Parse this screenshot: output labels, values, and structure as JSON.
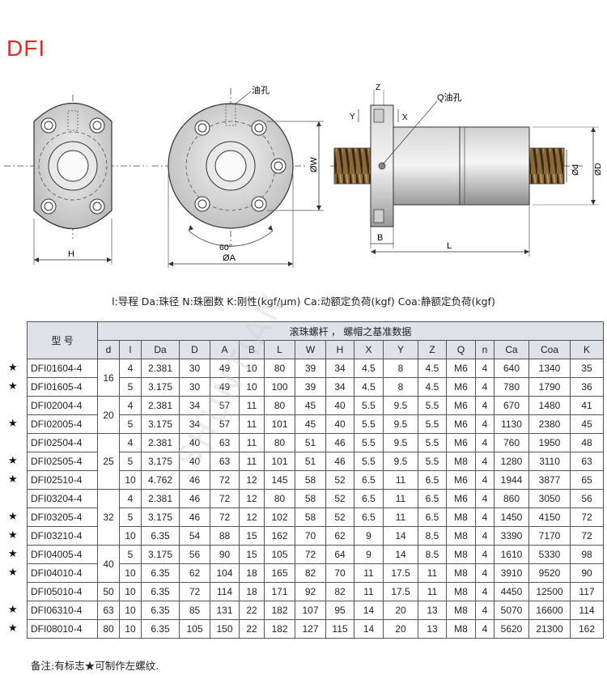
{
  "title": "DFI",
  "drawing_labels": {
    "oil_hole": "油孔",
    "q_oil_hole": "Q油孔",
    "H": "H",
    "A": "ØA",
    "W": "ØW",
    "angle": "60°",
    "Z": "Z",
    "Y": "Y",
    "X": "X",
    "B": "B",
    "L": "L",
    "d": "Ød",
    "D": "ØD"
  },
  "legend": "l:导程  Da:珠径  N:珠圈数  K:刚性(kgf/μm)  Ca:动额定负荷(kgf)  Coa:静额定负荷(kgf)",
  "table": {
    "model_header": "型  号",
    "group_header": "滚珠螺杆 ， 螺帽之基准数据",
    "columns": [
      "d",
      "l",
      "Da",
      "D",
      "A",
      "B",
      "L",
      "W",
      "H",
      "X",
      "Y",
      "Z",
      "Q",
      "n",
      "Ca",
      "Coa",
      "K"
    ],
    "rows": [
      {
        "star": true,
        "model": "DFI01604-4",
        "l": "4",
        "Da": "2.381",
        "D": "30",
        "A": "49",
        "B": "10",
        "L": "80",
        "W": "39",
        "H": "34",
        "X": "4.5",
        "Y": "8",
        "Z": "4.5",
        "Q": "M6",
        "n": "4",
        "Ca": "640",
        "Coa": "1340",
        "K": "35"
      },
      {
        "star": true,
        "model": "DFI01605-4",
        "l": "5",
        "Da": "3.175",
        "D": "30",
        "A": "49",
        "B": "10",
        "L": "100",
        "W": "39",
        "H": "34",
        "X": "4.5",
        "Y": "8",
        "Z": "4.5",
        "Q": "M6",
        "n": "4",
        "Ca": "780",
        "Coa": "1790",
        "K": "36"
      },
      {
        "star": false,
        "model": "DFI02004-4",
        "l": "4",
        "Da": "2.381",
        "D": "34",
        "A": "57",
        "B": "11",
        "L": "80",
        "W": "45",
        "H": "40",
        "X": "5.5",
        "Y": "9.5",
        "Z": "5.5",
        "Q": "M6",
        "n": "4",
        "Ca": "670",
        "Coa": "1480",
        "K": "41"
      },
      {
        "star": true,
        "model": "DFI02005-4",
        "l": "5",
        "Da": "3.175",
        "D": "34",
        "A": "57",
        "B": "11",
        "L": "101",
        "W": "45",
        "H": "40",
        "X": "5.5",
        "Y": "9.5",
        "Z": "5.5",
        "Q": "M6",
        "n": "4",
        "Ca": "1130",
        "Coa": "2380",
        "K": "45"
      },
      {
        "star": false,
        "model": "DFI02504-4",
        "l": "4",
        "Da": "2.381",
        "D": "40",
        "A": "63",
        "B": "11",
        "L": "80",
        "W": "51",
        "H": "46",
        "X": "5.5",
        "Y": "9.5",
        "Z": "5.5",
        "Q": "M6",
        "n": "4",
        "Ca": "760",
        "Coa": "1950",
        "K": "48"
      },
      {
        "star": true,
        "model": "DFI02505-4",
        "l": "5",
        "Da": "3.175",
        "D": "40",
        "A": "63",
        "B": "11",
        "L": "101",
        "W": "51",
        "H": "46",
        "X": "5.5",
        "Y": "9.5",
        "Z": "5.5",
        "Q": "M8",
        "n": "4",
        "Ca": "1280",
        "Coa": "3110",
        "K": "63"
      },
      {
        "star": true,
        "model": "DFI02510-4",
        "l": "10",
        "Da": "4.762",
        "D": "46",
        "A": "72",
        "B": "12",
        "L": "145",
        "W": "58",
        "H": "52",
        "X": "6.5",
        "Y": "11",
        "Z": "6.5",
        "Q": "M6",
        "n": "4",
        "Ca": "1944",
        "Coa": "3877",
        "K": "65"
      },
      {
        "star": false,
        "model": "DFI03204-4",
        "l": "4",
        "Da": "2.381",
        "D": "46",
        "A": "72",
        "B": "12",
        "L": "80",
        "W": "58",
        "H": "52",
        "X": "6.5",
        "Y": "11",
        "Z": "6.5",
        "Q": "M6",
        "n": "4",
        "Ca": "860",
        "Coa": "3050",
        "K": "56"
      },
      {
        "star": true,
        "model": "DFI03205-4",
        "l": "5",
        "Da": "3.175",
        "D": "46",
        "A": "72",
        "B": "12",
        "L": "102",
        "W": "58",
        "H": "52",
        "X": "6.5",
        "Y": "11",
        "Z": "6.5",
        "Q": "M8",
        "n": "4",
        "Ca": "1450",
        "Coa": "4150",
        "K": "72"
      },
      {
        "star": true,
        "model": "DFI03210-4",
        "l": "10",
        "Da": "6.35",
        "D": "54",
        "A": "88",
        "B": "15",
        "L": "162",
        "W": "70",
        "H": "62",
        "X": "9",
        "Y": "14",
        "Z": "8.5",
        "Q": "M8",
        "n": "4",
        "Ca": "3390",
        "Coa": "7170",
        "K": "72"
      },
      {
        "star": true,
        "model": "DFI04005-4",
        "l": "5",
        "Da": "3.175",
        "D": "56",
        "A": "90",
        "B": "15",
        "L": "105",
        "W": "72",
        "H": "64",
        "X": "9",
        "Y": "14",
        "Z": "8.5",
        "Q": "M8",
        "n": "4",
        "Ca": "1610",
        "Coa": "5330",
        "K": "98"
      },
      {
        "star": true,
        "model": "DFI04010-4",
        "l": "10",
        "Da": "6.35",
        "D": "62",
        "A": "104",
        "B": "18",
        "L": "165",
        "W": "82",
        "H": "70",
        "X": "11",
        "Y": "17.5",
        "Z": "11",
        "Q": "M8",
        "n": "4",
        "Ca": "3910",
        "Coa": "9520",
        "K": "90"
      },
      {
        "star": false,
        "model": "DFI05010-4",
        "l": "10",
        "Da": "6.35",
        "D": "72",
        "A": "114",
        "B": "18",
        "L": "171",
        "W": "92",
        "H": "82",
        "X": "11",
        "Y": "17.5",
        "Z": "11",
        "Q": "M8",
        "n": "4",
        "Ca": "4450",
        "Coa": "12500",
        "K": "117"
      },
      {
        "star": true,
        "model": "DFI06310-4",
        "l": "10",
        "Da": "6.35",
        "D": "85",
        "A": "131",
        "B": "22",
        "L": "182",
        "W": "107",
        "H": "95",
        "X": "14",
        "Y": "20",
        "Z": "13",
        "Q": "M8",
        "n": "4",
        "Ca": "5070",
        "Coa": "16600",
        "K": "114"
      },
      {
        "star": true,
        "model": "DFI08010-4",
        "l": "10",
        "Da": "6.35",
        "D": "105",
        "A": "150",
        "B": "22",
        "L": "182",
        "W": "127",
        "H": "115",
        "X": "14",
        "Y": "20",
        "Z": "13",
        "Q": "M8",
        "n": "4",
        "Ca": "5620",
        "Coa": "21300",
        "K": "162"
      }
    ],
    "d_groups": [
      {
        "value": "16",
        "rows": 2
      },
      {
        "value": "20",
        "rows": 2
      },
      {
        "value": "25",
        "rows": 3
      },
      {
        "value": "32",
        "rows": 3
      },
      {
        "value": "40",
        "rows": 2
      },
      {
        "value": "50",
        "rows": 1
      },
      {
        "value": "63",
        "rows": 1
      },
      {
        "value": "80",
        "rows": 1
      }
    ]
  },
  "star_symbol": "★",
  "note": "备注:有标志★可制作左螺纹.",
  "watermark": "SHUNTIAN"
}
